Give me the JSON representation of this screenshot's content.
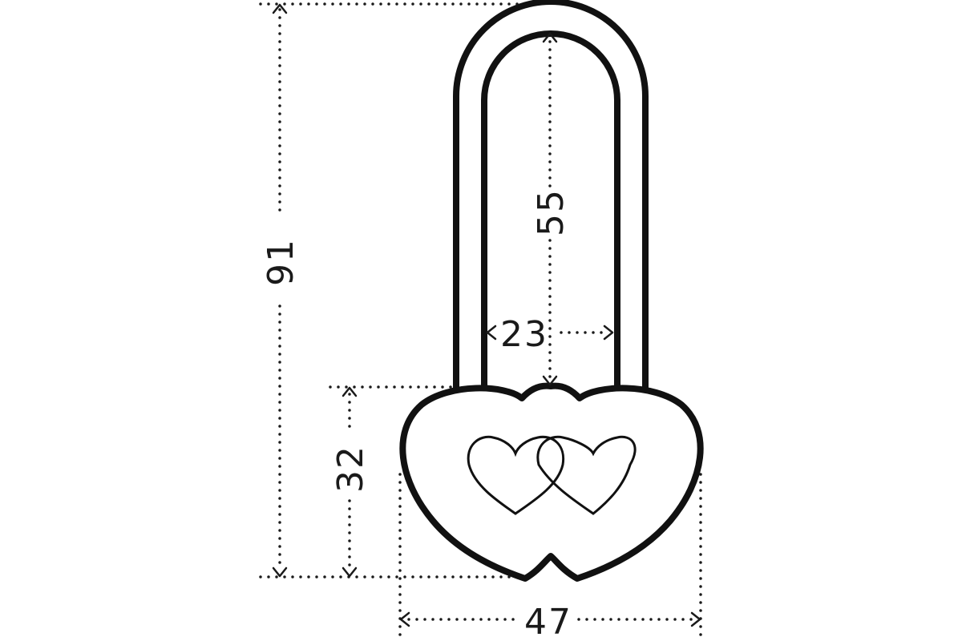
{
  "dimensions": {
    "overall_height": "91",
    "shackle_height": "55",
    "shackle_width": "23",
    "body_height": "32",
    "body_width": "47"
  },
  "colors": {
    "line": "#111111",
    "background": "#ffffff"
  }
}
